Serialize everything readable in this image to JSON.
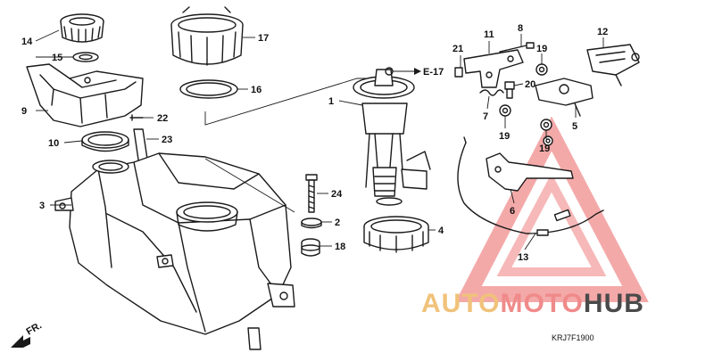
{
  "callouts": {
    "p1": "1",
    "p2": "2",
    "p3": "3",
    "p4": "4",
    "p5": "5",
    "p6": "6",
    "p7": "7",
    "p8": "8",
    "p9": "9",
    "p10": "10",
    "p11": "11",
    "p12": "12",
    "p13": "13",
    "p14": "14",
    "p15": "15",
    "p16": "16",
    "p17": "17",
    "p18": "18",
    "p19a": "19",
    "p19b": "19",
    "p19c": "19",
    "p19d": "19",
    "p20": "20",
    "p21": "21",
    "p22": "22",
    "p23": "23",
    "p24": "24"
  },
  "reference": "E-17",
  "direction": "FR.",
  "diagram_code": "KRJ7F1900",
  "watermark": {
    "part1": "AUTO",
    "part2": "MOTO",
    "part3": "HUB",
    "color_part1": "#f0c27a",
    "color_part2": "#f08a8a",
    "color_part3": "#4a4a4a",
    "triangle_color": "#f29a9a"
  }
}
